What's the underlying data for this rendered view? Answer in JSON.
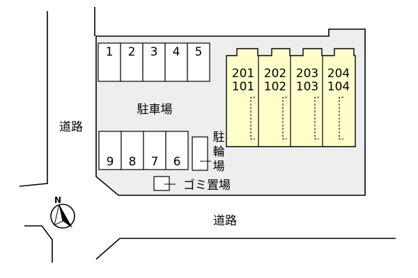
{
  "map": {
    "road_west_label": "道路",
    "road_south_label": "道路",
    "parking_label": "駐車場",
    "bicycle_parking_label": [
      "駐",
      "輪",
      "場"
    ],
    "garbage_label": "ゴミ置場",
    "compass_label": "N",
    "parking_spaces_top": [
      "1",
      "2",
      "3",
      "4",
      "5"
    ],
    "parking_spaces_bottom": [
      "9",
      "8",
      "7",
      "6"
    ],
    "units": [
      {
        "upper": "201",
        "lower": "101"
      },
      {
        "upper": "202",
        "lower": "102"
      },
      {
        "upper": "203",
        "lower": "103"
      },
      {
        "upper": "204",
        "lower": "104"
      }
    ],
    "colors": {
      "lot": "#eeeeee",
      "building": "#ffffcc",
      "line": "#000000",
      "paper": "#ffffff"
    }
  }
}
